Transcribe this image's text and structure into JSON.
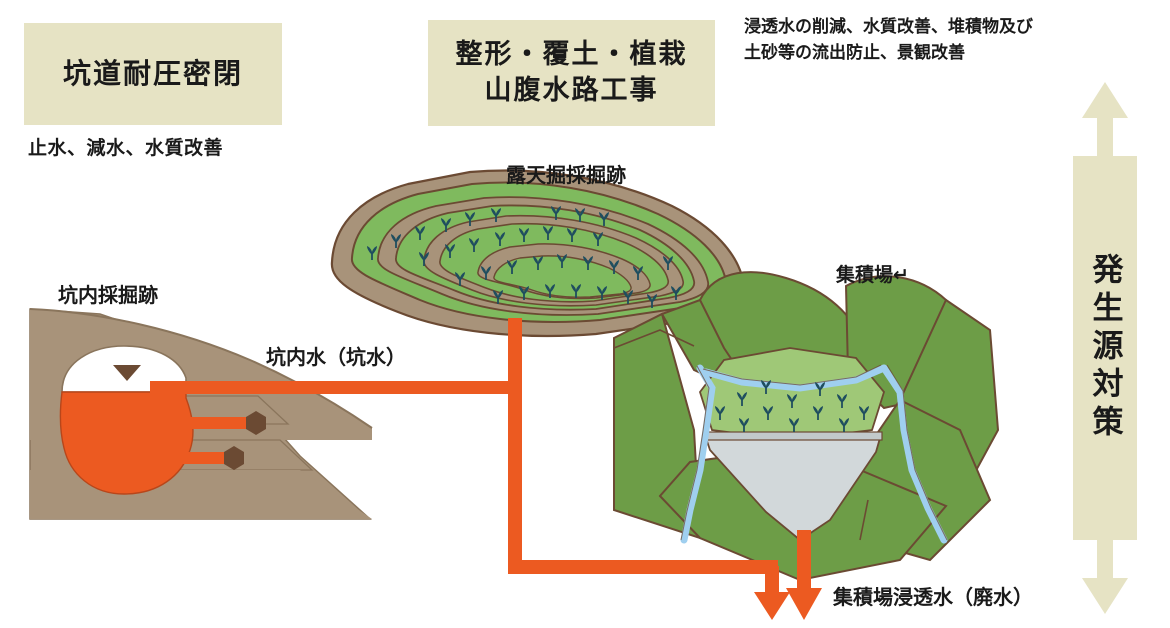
{
  "diagram": {
    "title_boxes": {
      "mine_seal": "坑道耐圧密閉",
      "reshape_line1": "整形・覆土・植栽",
      "reshape_line2": "山腹水路工事"
    },
    "captions": {
      "seal_effect": "止水、減水、水質改善",
      "reshape_effect": "浸透水の削減、水質改善、堆積物及び\n土砂等の流出防止、景観改善"
    },
    "site_labels": {
      "open_pit": "露天掘採掘跡",
      "underground_mine": "坑内採掘跡",
      "mine_water": "坑内水（坑水）",
      "waste_dump": "集積場↵",
      "dump_seepage": "集積場浸透水（廃水）"
    },
    "vertical_bar": {
      "label": "発生源対策"
    },
    "colors": {
      "beige": "#e6e3c4",
      "orange": "#ec5a21",
      "brown_rock": "#a8937a",
      "brown_outline": "#6b4a33",
      "green_light": "#8cc26a",
      "green_terrace": "#7fba5e",
      "green_dark": "#6d9d47",
      "green_dump_light": "#9fc877",
      "blue_channel": "#9fcfef",
      "gray_basin": "#d2d8da",
      "sprout": "#1f4e5f",
      "text": "#1a1a1a"
    }
  }
}
